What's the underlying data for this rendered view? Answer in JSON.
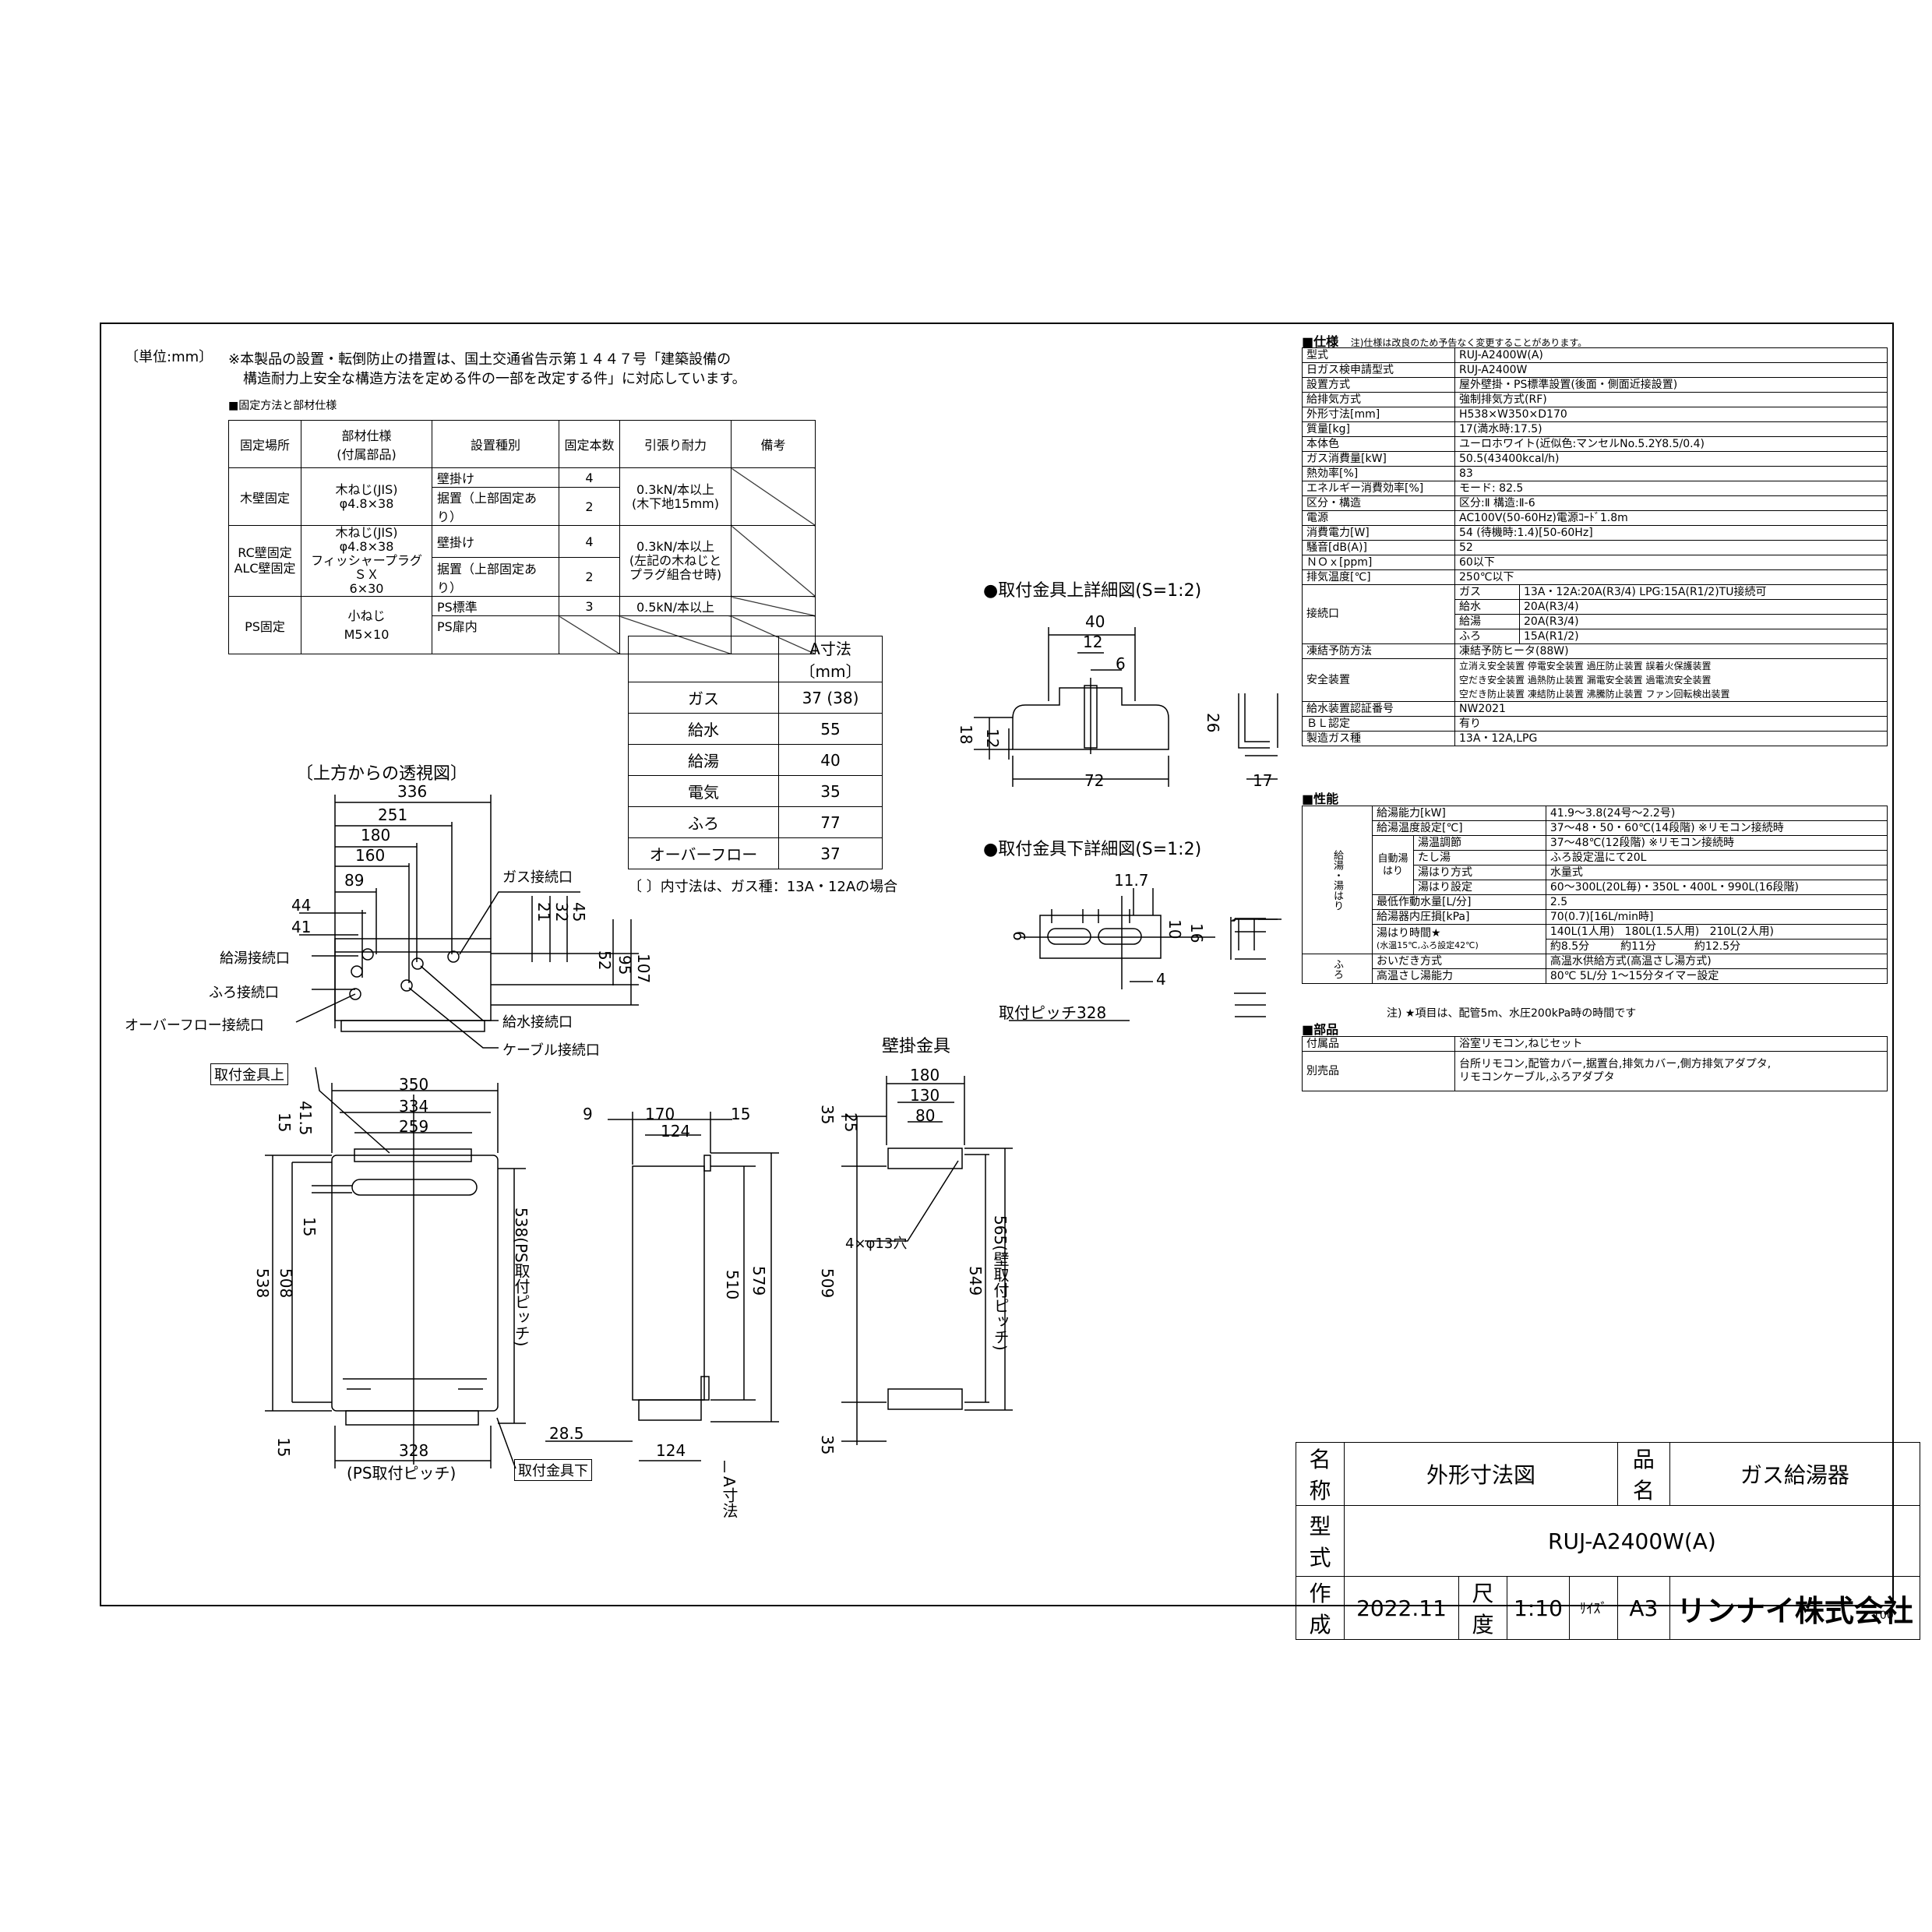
{
  "header": {
    "unit": "〔単位:mm〕",
    "notice_line1": "※本製品の設置・転倒防止の措置は、国土交通省告示第１４４７号「建築設備の",
    "notice_line2": "構造耐力上安全な構造方法を定める件の一部を改定する件」に対応しています。",
    "fix_title": "■固定方法と部材仕様"
  },
  "fix_table": {
    "headers": [
      "固定場所",
      "部材仕様\n(付属部品)",
      "設置種別",
      "固定本数",
      "引張り耐力",
      "備考"
    ],
    "rows": [
      {
        "place": "木壁固定",
        "material": "木ねじ(JIS)\nφ4.8×38",
        "type1": "壁掛け",
        "count1": "4",
        "type2": "据置（上部固定あり）",
        "count2": "2",
        "strength": "0.3kN/本以上\n(木下地15mm)"
      },
      {
        "place": "RC壁固定\nALC壁固定",
        "material": "木ねじ(JIS)\nφ4.8×38\nフィッシャープラグＳＸ\n6×30",
        "type1": "壁掛け",
        "count1": "4",
        "type2": "据置（上部固定あり）",
        "count2": "2",
        "strength": "0.3kN/本以上\n(左記の木ねじと\nプラグ組合せ時)"
      },
      {
        "place": "PS固定",
        "material": "小ねじ\nM5×10",
        "type1": "PS標準",
        "count1": "3",
        "type2": "PS扉内",
        "count2": "",
        "strength": "0.5kN/本以上"
      }
    ]
  },
  "a_table": {
    "header": "A寸法〔mm〕",
    "rows": [
      {
        "label": "ガス",
        "value": "37 (38)"
      },
      {
        "label": "給水",
        "value": "55"
      },
      {
        "label": "給湯",
        "value": "40"
      },
      {
        "label": "電気",
        "value": "35"
      },
      {
        "label": "ふろ",
        "value": "77"
      },
      {
        "label": "オーバーフロー",
        "value": "37"
      }
    ],
    "note": "〔 〕内寸法は、ガス種：13A・12Aの場合"
  },
  "top_view": {
    "title": "〔上方からの透視図〕",
    "dims": [
      "336",
      "251",
      "180",
      "160",
      "89",
      "44",
      "41",
      "21",
      "32",
      "45",
      "52",
      "95",
      "107"
    ],
    "labels": {
      "gas": "ガス接続口",
      "hot": "給湯接続口",
      "bath": "ふろ接続口",
      "overflow": "オーバーフロー接続口",
      "water": "給水接続口",
      "cable": "ケーブル接続口"
    }
  },
  "bracket_upper": {
    "title": "●取付金具上詳細図(S=1:2)",
    "dims": [
      "40",
      "12",
      "6",
      "18",
      "12",
      "72",
      "26",
      "17"
    ]
  },
  "bracket_lower": {
    "title": "●取付金具下詳細図(S=1:2)",
    "dims": [
      "11.7",
      "6",
      "10",
      "16",
      "4"
    ],
    "pitch": "取付ピッチ328"
  },
  "front_view": {
    "label_top": "取付金具上",
    "label_bottom": "取付金具下",
    "dims": [
      "350",
      "334",
      "259",
      "15",
      "41.5",
      "15",
      "538",
      "508",
      "15",
      "328"
    ],
    "ps_pitch_v": "538(PS取付ピッチ)",
    "ps_pitch_h": "(PS取付ピッチ)"
  },
  "side_view": {
    "dims": [
      "9",
      "170",
      "15",
      "124",
      "510",
      "579",
      "28.5",
      "124"
    ],
    "a_label": "A寸法"
  },
  "wall_bracket": {
    "title": "壁掛金具",
    "dims": [
      "180",
      "130",
      "80",
      "35",
      "25",
      "509",
      "549",
      "35"
    ],
    "holes": "4×φ13穴",
    "wall_pitch": "565(壁取付ピッチ)"
  },
  "spec": {
    "title": "■仕様",
    "note": "注)仕様は改良のため予告なく変更することがあります。",
    "rows": [
      {
        "k": "型式",
        "v": "RUJ-A2400W(A)"
      },
      {
        "k": "日ガス検申請型式",
        "v": "RUJ-A2400W"
      },
      {
        "k": "設置方式",
        "v": "屋外壁掛・PS標準設置(後面・側面近接設置)"
      },
      {
        "k": "給排気方式",
        "v": "強制排気方式(RF)"
      },
      {
        "k": "外形寸法[mm]",
        "v": "H538×W350×D170"
      },
      {
        "k": "質量[kg]",
        "v": "17(満水時:17.5)"
      },
      {
        "k": "本体色",
        "v": "ユーロホワイト(近似色:マンセルNo.5.2Y8.5/0.4)"
      },
      {
        "k": "ガス消費量[kW]",
        "v": "50.5(43400kcal/h)"
      },
      {
        "k": "熱効率[%]",
        "v": "83"
      },
      {
        "k": "エネルギー消費効率[%]",
        "v": "モード: 82.5"
      },
      {
        "k": "区分・構造",
        "v": "区分:Ⅱ 構造:Ⅱ-6"
      },
      {
        "k": "電源",
        "v": "AC100V(50-60Hz)電源ｺｰﾄﾞ1.8m"
      },
      {
        "k": "消費電力[W]",
        "v": "54 (待機時:1.4)[50-60Hz]"
      },
      {
        "k": "騒音[dB(A)]",
        "v": "52"
      },
      {
        "k": "ＮＯｘ[ppm]",
        "v": "60以下"
      },
      {
        "k": "排気温度[℃]",
        "v": "250℃以下"
      }
    ],
    "connect_label": "接続口",
    "connect_rows": [
      {
        "k": "ガス",
        "v": "13A・12A:20A(R3/4) LPG:15A(R1/2)TU接続可"
      },
      {
        "k": "給水",
        "v": "20A(R3/4)"
      },
      {
        "k": "給湯",
        "v": "20A(R3/4)"
      },
      {
        "k": "ふろ",
        "v": "15A(R1/2)"
      }
    ],
    "freeze": {
      "k": "凍結予防方法",
      "v": "凍結予防ヒータ(88W)"
    },
    "safety_label": "安全装置",
    "safety_lines": [
      "立消え安全装置 停電安全装置 過圧防止装置 誤着火保護装置",
      "空だき安全装置 過熱防止装置 漏電安全装置 過電流安全装置",
      "空だき防止装置 凍結防止装置 沸騰防止装置 ファン回転検出装置"
    ],
    "tail_rows": [
      {
        "k": "給水装置認証番号",
        "v": "NW2021"
      },
      {
        "k": "ＢＬ認定",
        "v": "有り"
      },
      {
        "k": "製造ガス種",
        "v": "13A・12A,LPG"
      }
    ]
  },
  "perf": {
    "title": "■性能",
    "side_label": "給湯・湯はり",
    "auto_label": "自動湯はり",
    "rows": [
      {
        "k": "給湯能力[kW]",
        "v": "41.9～3.8(24号～2.2号)"
      },
      {
        "k": "給湯温度設定[℃]",
        "v": "37～48・50・60℃(14段階)  ※リモコン接続時"
      }
    ],
    "auto_rows": [
      {
        "k": "湯温調節",
        "v": "37～48℃(12段階)  ※リモコン接続時"
      },
      {
        "k": "たし湯",
        "v": "ふろ設定温にて20L"
      },
      {
        "k": "湯はり方式",
        "v": "水量式"
      },
      {
        "k": "湯はり設定",
        "v": "60～300L(20L毎)・350L・400L・990L(16段階)"
      }
    ],
    "rows2": [
      {
        "k": "最低作動水量[L/分]",
        "v": "2.5"
      },
      {
        "k": "給湯器内圧損[kPa]",
        "v": "70(0.7)[16L/min時]"
      }
    ],
    "fill_time_k": "湯はり時間★",
    "fill_time_k2": "(水温15℃,ふろ設定42℃)",
    "fill_time_v1": "140L(1人用)   180L(1.5人用)   210L(2人用)",
    "fill_time_v2": "約8.5分         約11分           約12.5分",
    "bath_label": "ふろ",
    "bath_rows": [
      {
        "k": "おいだき方式",
        "v": "高温水供給方式(高温さし湯方式)"
      },
      {
        "k": "高温さし湯能力",
        "v": "80℃  5L/分  1～15分タイマー設定"
      }
    ],
    "footnote": "注) ★項目は、配管5m、水圧200kPa時の時間です"
  },
  "parts": {
    "title": "■部品",
    "rows": [
      {
        "k": "付属品",
        "v": "浴室リモコン,ねじセット"
      },
      {
        "k": "別売品",
        "v": "台所リモコン,配管カバー,据置台,排気カバー,側方排気アダプタ,\nリモコンケーブル,ふろアダプタ"
      }
    ]
  },
  "title_block": {
    "name_label": "名称",
    "name_value": "外形寸法図",
    "product_label": "品名",
    "product_value": "ガス給湯器",
    "model_label": "型式",
    "model_value": "RUJ-A2400W(A)",
    "made_label": "作成",
    "made_value": "2022.11",
    "scale_label": "尺度",
    "scale_value": "1:10",
    "size_label": "ｻｲｽﾞ",
    "size_value": "A3",
    "company": "リンナイ株式会社",
    "page": "100"
  }
}
